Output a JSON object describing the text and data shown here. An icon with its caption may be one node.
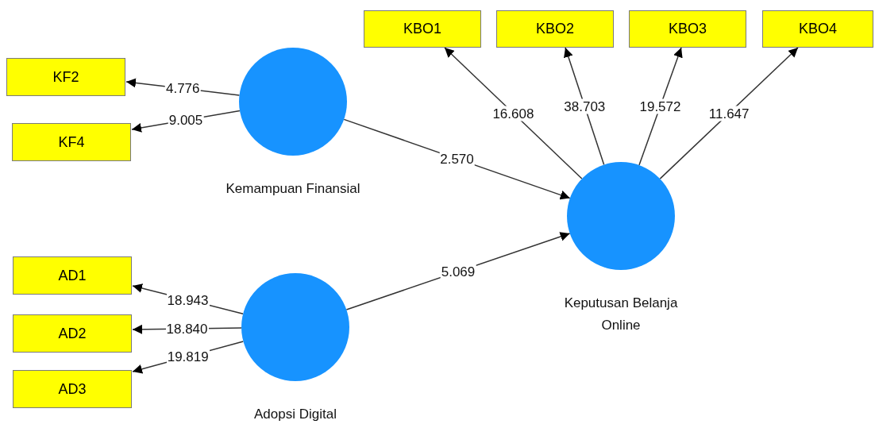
{
  "diagram": {
    "nodes": [
      {
        "text": [
          "KF2"
        ]
      },
      {
        "text": [
          "KF4"
        ]
      },
      {
        "text": [
          "Kemampuan Finansial"
        ]
      },
      {
        "text": [
          "AD1"
        ]
      },
      {
        "text": [
          "AD2"
        ]
      },
      {
        "text": [
          "AD3"
        ]
      },
      {
        "text": [
          "Adopsi Digital"
        ]
      },
      {
        "text": [
          "KBO1"
        ]
      },
      {
        "text": [
          "KBO2"
        ]
      },
      {
        "text": [
          "KBO3"
        ]
      },
      {
        "text": [
          "KBO4"
        ]
      },
      {
        "text": [
          "Keputusan Belanja Online"
        ]
      }
    ],
    "edges": [
      {
        "from": 2,
        "to": 0,
        "arrow": "to",
        "label": "4.776"
      },
      {
        "from": 2,
        "to": 1,
        "arrow": "to",
        "label": "9.005"
      },
      {
        "from": 6,
        "to": 3,
        "arrow": "to",
        "label": "18.943"
      },
      {
        "from": 6,
        "to": 4,
        "arrow": "to",
        "label": "18.840"
      },
      {
        "from": 6,
        "to": 5,
        "arrow": "to",
        "label": "19.819"
      },
      {
        "from": 11,
        "to": 7,
        "arrow": "to",
        "label": "16.608"
      },
      {
        "from": 11,
        "to": 8,
        "arrow": "to",
        "label": "38.703"
      },
      {
        "from": 11,
        "to": 9,
        "arrow": "to",
        "label": "19.572"
      },
      {
        "from": 11,
        "to": 10,
        "arrow": "to",
        "label": "11.647"
      },
      {
        "from": 2,
        "to": 11,
        "arrow": "to",
        "label": "2.570"
      },
      {
        "from": 6,
        "to": 11,
        "arrow": "to",
        "label": "5.069"
      }
    ]
  }
}
